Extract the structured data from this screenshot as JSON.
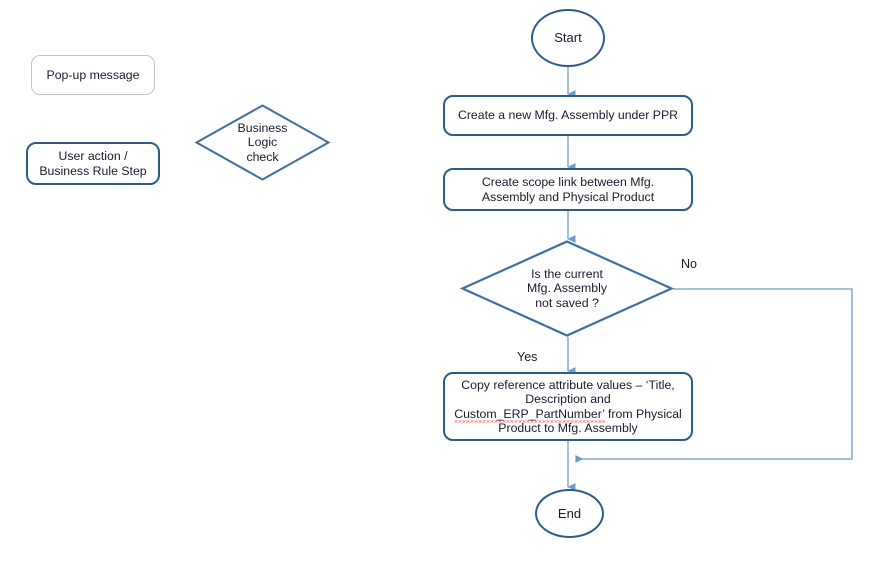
{
  "diagram": {
    "title": "Mfg. Assembly creation business logic flowchart",
    "colors": {
      "node_border": "#2e5c8a",
      "connector": "#6e9bc5",
      "popup_border": "#c3c3c3",
      "text": "#1a1a2e",
      "background": "#ffffff",
      "spellcheck_underline": "#e03030"
    }
  },
  "legend": {
    "popup": {
      "label": "Pop-up message"
    },
    "user_action": {
      "line1": "User action /",
      "line2": "Business Rule Step"
    },
    "business_logic": {
      "line1": "Business",
      "line2": "Logic",
      "line3": "check"
    }
  },
  "flow": {
    "start": {
      "label": "Start"
    },
    "step1": {
      "label": "Create a new Mfg. Assembly under PPR"
    },
    "step2": {
      "line1": "Create scope link between Mfg.",
      "line2": "Assembly and Physical Product"
    },
    "decision": {
      "line1": "Is the current",
      "line2": "Mfg. Assembly",
      "line3": "not saved ?"
    },
    "branch_yes": {
      "label": "Yes"
    },
    "branch_no": {
      "label": "No"
    },
    "step3": {
      "line1": "Copy reference attribute values – ‘Title,",
      "line2": "Description and",
      "line3_misspelled": "Custom_ERP_PartNumber’",
      "line3_rest": " from Physical",
      "line4": "Product to Mfg. Assembly"
    },
    "end": {
      "label": "End"
    }
  }
}
